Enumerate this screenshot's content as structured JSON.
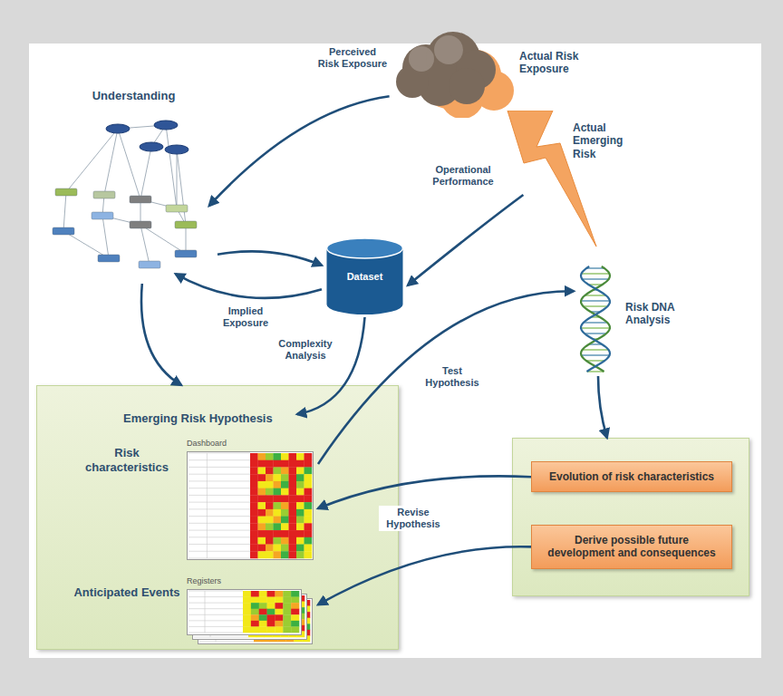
{
  "diagram": {
    "nodes": [
      {
        "text": [
          "Actual Risk Exposure"
        ]
      },
      {
        "text": [
          "Actual Emerging Risk"
        ]
      },
      {
        "text": [
          "Understanding"
        ]
      },
      {
        "text": [
          "Dataset"
        ]
      },
      {
        "text": [
          "Risk DNA Analysis"
        ]
      },
      {
        "text": [
          "Emerging Risk Hypothesis"
        ]
      },
      {
        "text": [
          "Risk characteristics",
          "Dashboard"
        ],
        "in": 5
      },
      {
        "text": [
          "Anticipated Events",
          "Registers"
        ],
        "in": 5
      },
      {
        "text": []
      },
      {
        "text": [
          "Evolution of risk characteristics"
        ],
        "in": 8
      },
      {
        "text": [
          "Derive possible future development and consequences"
        ],
        "in": 8
      }
    ],
    "edges": [
      {
        "from": 0,
        "to": 2,
        "arrow": "to",
        "label": "Perceived Risk Exposure"
      },
      {
        "from": 1,
        "to": 3,
        "arrow": "to",
        "label": "Operational Performance"
      },
      {
        "from": 2,
        "to": 3,
        "arrow": "to"
      },
      {
        "from": 3,
        "to": 2,
        "arrow": "to",
        "label": "Implied Exposure"
      },
      {
        "from": 2,
        "to": 5,
        "arrow": "to"
      },
      {
        "from": 3,
        "to": 5,
        "arrow": "to",
        "label": "Complexity Analysis"
      },
      {
        "from": 6,
        "to": 4,
        "arrow": "to",
        "label": "Test Hypothesis"
      },
      {
        "from": 4,
        "to": 8,
        "arrow": "to"
      },
      {
        "from": 9,
        "to": 6,
        "arrow": "to"
      },
      {
        "from": 10,
        "to": 7,
        "arrow": "to",
        "label": "Revise Hypothesis"
      }
    ]
  }
}
